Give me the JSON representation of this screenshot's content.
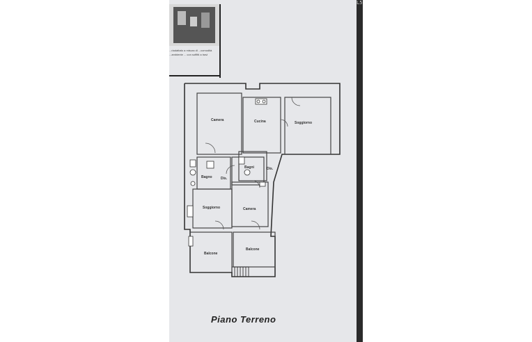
{
  "caption": "Piano Terreno",
  "rooms": {
    "camera_1": "Camera",
    "cucina": "Cucina",
    "soggiorno_1": "Soggiorno",
    "bagni": "Bagni",
    "dis_1": "Dis.",
    "bagno": "Bagno",
    "dis_2": "Dis.",
    "soggiorno_2": "Soggiorno",
    "camera_2": "Camera",
    "balcone_1": "Balcone",
    "balcone_2": "Balcone"
  },
  "brochure_fragment": "...riadattato a misura di ...comodità ...ambiente ... con soffitti a travi",
  "top_mark": "L5"
}
